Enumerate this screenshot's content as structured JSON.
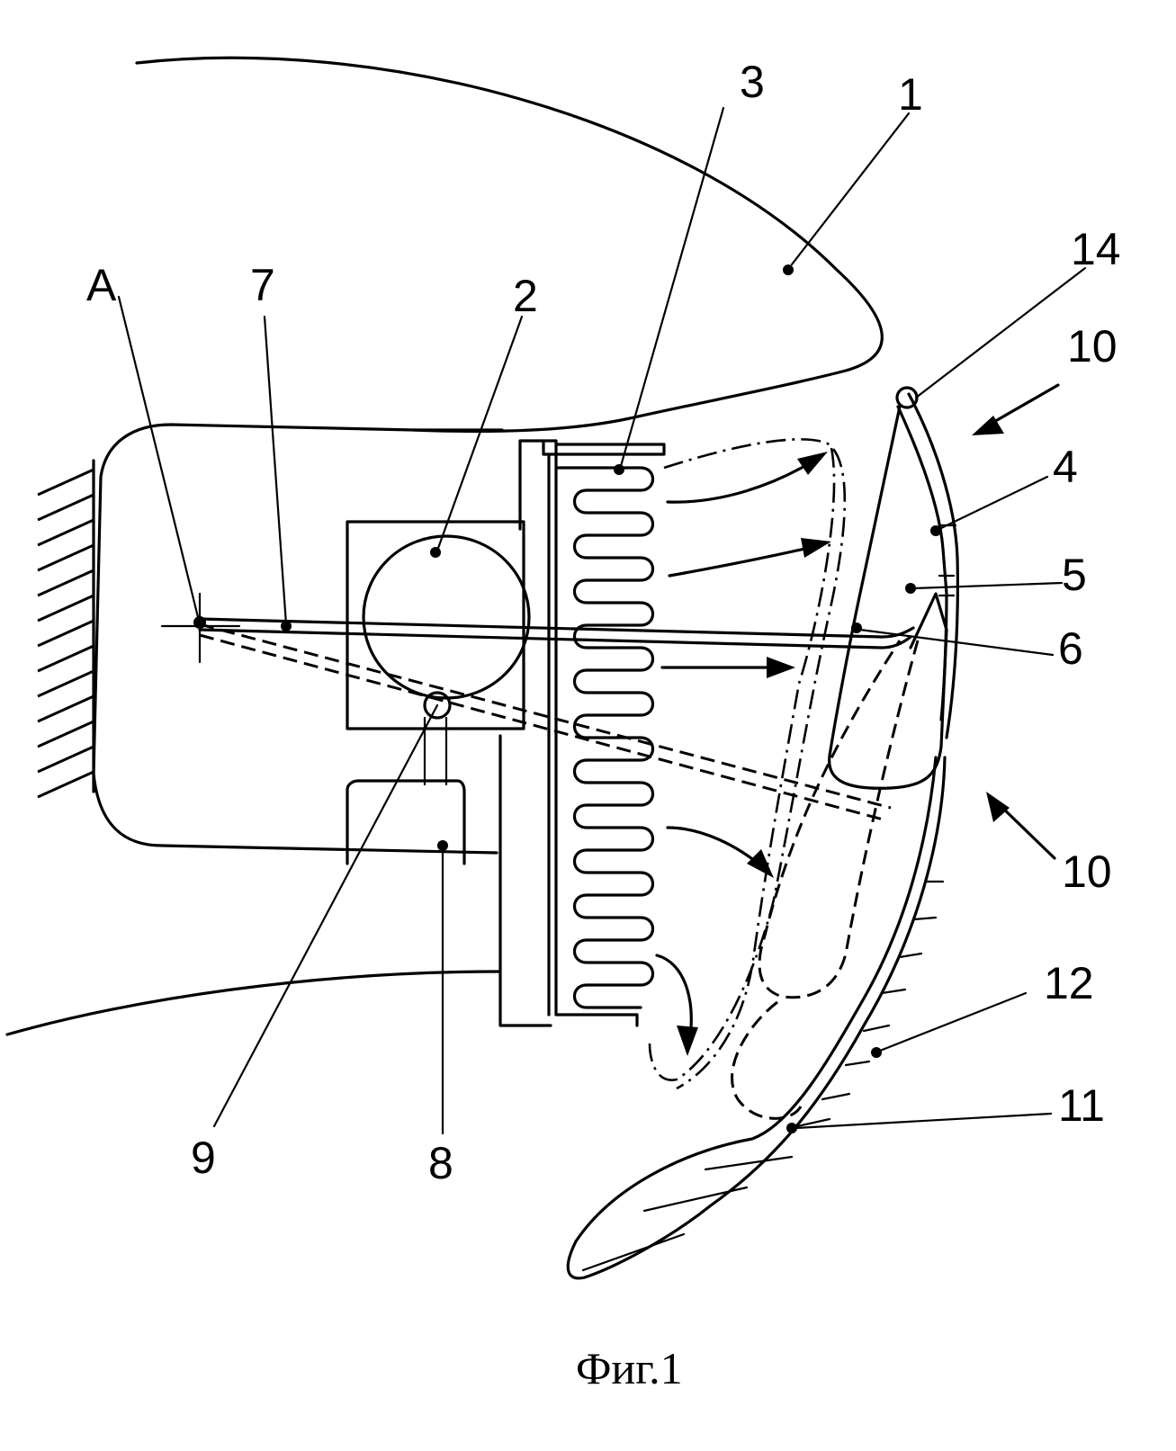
{
  "caption": "Фиг.1",
  "labels": {
    "l1": "1",
    "l2": "2",
    "l3": "3",
    "l4": "4",
    "l5": "5",
    "l6": "6",
    "l7": "7",
    "l8": "8",
    "l9": "9",
    "l10a": "10",
    "l10b": "10",
    "l11": "11",
    "l12": "12",
    "l14": "14",
    "lA": "A"
  }
}
